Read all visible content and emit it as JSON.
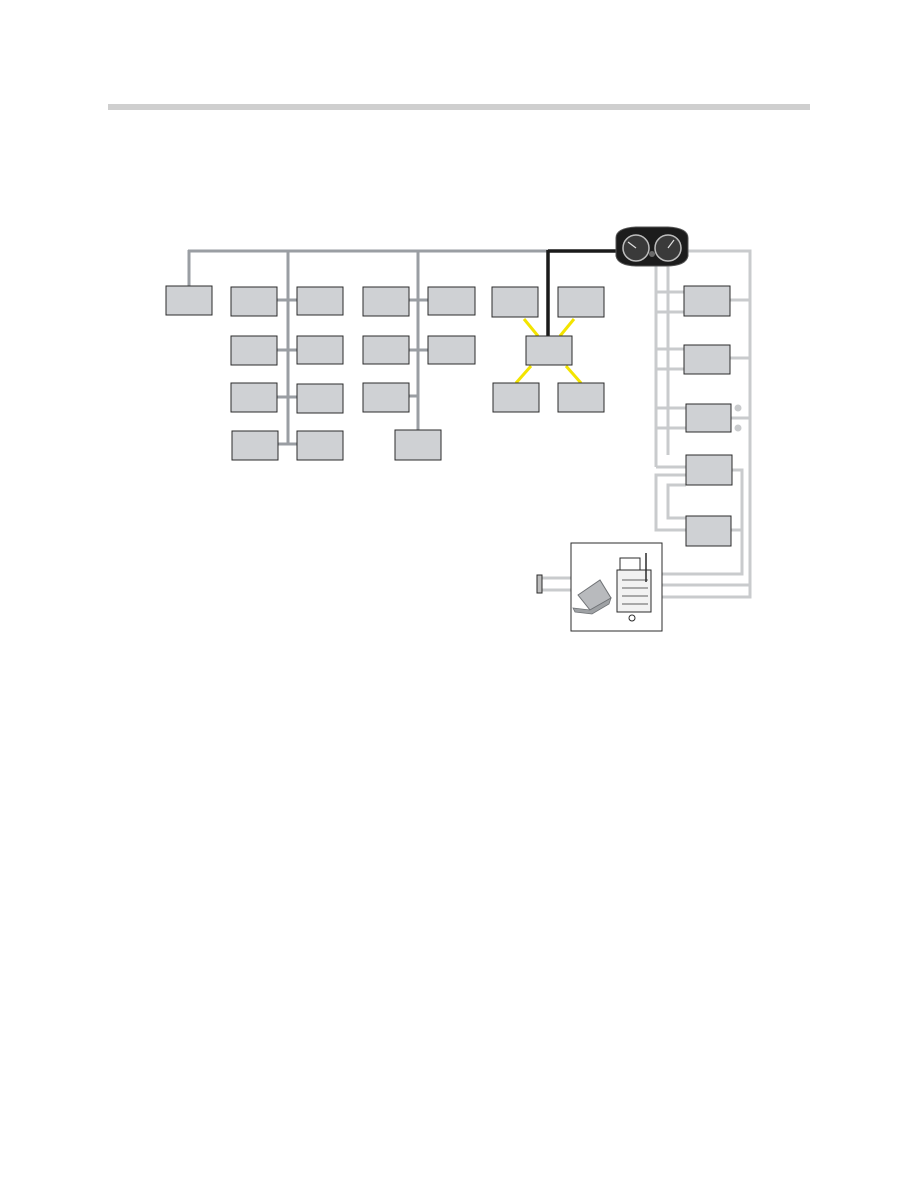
{
  "page": {
    "header_rule_color": "#cfcfcf"
  },
  "diagram": {
    "type": "vehicle-network-topology",
    "colors": {
      "module_fill": "#cfd1d4",
      "module_stroke": "#2b2b2b",
      "bus_primary": "#9a9ea3",
      "bus_secondary": "#c9cbcd",
      "diagnostic_link": "#1a1a1a",
      "star_link": "#f3e400",
      "cluster_body": "#1c1c1c"
    },
    "icons": {
      "gateway": "instrument-cluster-icon",
      "tester": "diagnostic-tester-icon",
      "connector": "obd-connector-icon"
    },
    "counts": {
      "bus1_modules": 1,
      "bus2_modules": 8,
      "bus3_modules": 6,
      "star_modules": 5,
      "ring_modules": 5
    }
  }
}
